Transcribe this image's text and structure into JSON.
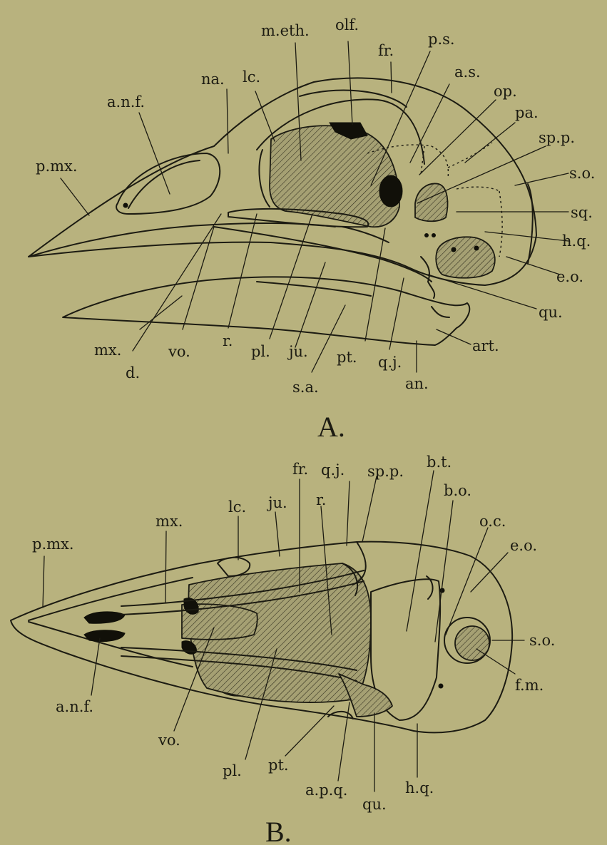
{
  "figure_a": {
    "caption": "A.",
    "labels": {
      "p_mx": "p.mx.",
      "a_n_f": "a.n.f.",
      "na": "na.",
      "lc": "lc.",
      "m_eth": "m.eth.",
      "olf": "olf.",
      "fr": "fr.",
      "p_s": "p.s.",
      "a_s": "a.s.",
      "op": "op.",
      "pa": "pa.",
      "sp_p": "sp.p.",
      "s_o": "s.o.",
      "sq": "sq.",
      "h_q": "h.q.",
      "e_o": "e.o.",
      "qu": "qu.",
      "art": "art.",
      "an": "an.",
      "q_j": "q.j.",
      "pt": "pt.",
      "s_a": "s.a.",
      "ju": "ju.",
      "pl": "pl.",
      "r": "r.",
      "vo": "vo.",
      "mx": "mx.",
      "d": "d."
    }
  },
  "figure_b": {
    "caption": "B.",
    "labels": {
      "p_mx": "p.mx.",
      "mx": "mx.",
      "lc": "lc.",
      "ju": "ju.",
      "fr": "fr.",
      "q_j": "q.j.",
      "sp_p": "sp.p.",
      "r": "r.",
      "b_t": "b.t.",
      "b_o": "b.o.",
      "o_c": "o.c.",
      "e_o": "e.o.",
      "s_o": "s.o.",
      "f_m": "f.m.",
      "h_q": "h.q.",
      "qu": "qu.",
      "a_p_q": "a.p.q.",
      "pt": "pt.",
      "pl": "pl.",
      "vo": "vo.",
      "a_n_f": "a.n.f."
    }
  }
}
